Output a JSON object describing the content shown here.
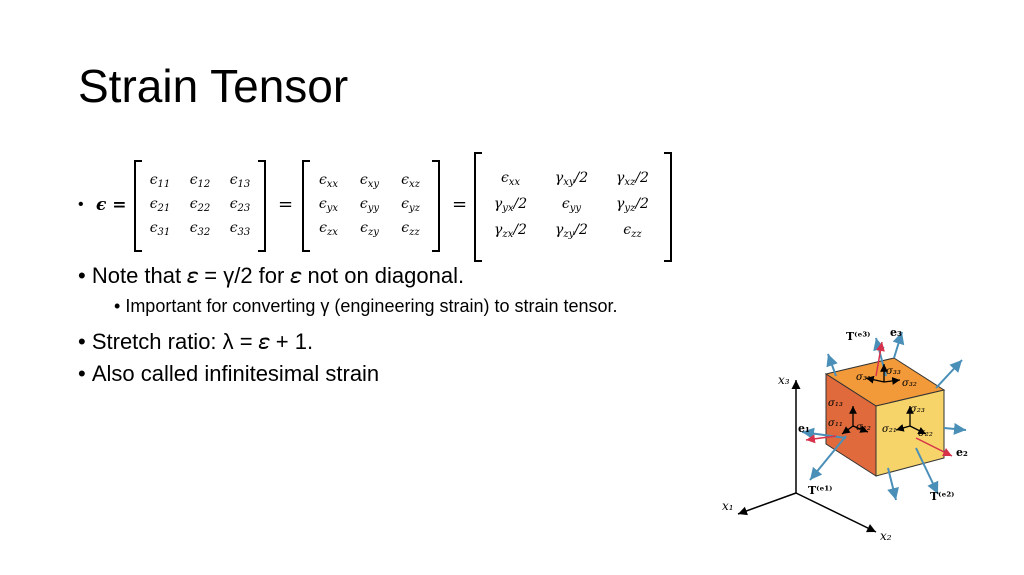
{
  "slide": {
    "title": "Strain Tensor",
    "eq": {
      "lhs": "ϵ =",
      "m1": [
        [
          "ϵ",
          "11"
        ],
        [
          "ϵ",
          "12"
        ],
        [
          "ϵ",
          "13"
        ],
        [
          "ϵ",
          "21"
        ],
        [
          "ϵ",
          "22"
        ],
        [
          "ϵ",
          "23"
        ],
        [
          "ϵ",
          "31"
        ],
        [
          "ϵ",
          "32"
        ],
        [
          "ϵ",
          "33"
        ]
      ],
      "m2": [
        [
          "ϵ",
          "xx"
        ],
        [
          "ϵ",
          "xy"
        ],
        [
          "ϵ",
          "xz"
        ],
        [
          "ϵ",
          "yx"
        ],
        [
          "ϵ",
          "yy"
        ],
        [
          "ϵ",
          "yz"
        ],
        [
          "ϵ",
          "zx"
        ],
        [
          "ϵ",
          "zy"
        ],
        [
          "ϵ",
          "zz"
        ]
      ],
      "m3": [
        [
          "ϵ",
          "xx",
          ""
        ],
        [
          "γ",
          "xy",
          "/2"
        ],
        [
          "γ",
          "xz",
          "/2"
        ],
        [
          "γ",
          "yx",
          "/2"
        ],
        [
          "ϵ",
          "yy",
          ""
        ],
        [
          "γ",
          "yz",
          "/2"
        ],
        [
          "γ",
          "zx",
          "/2"
        ],
        [
          "γ",
          "zy",
          "/2"
        ],
        [
          "ϵ",
          "zz",
          ""
        ]
      ],
      "equals": "="
    },
    "bullets": {
      "b1": "Note that 𝜀 = γ/2 for 𝜀 not on diagonal.",
      "b1_sub": "Important for converting γ (engineering strain) to strain tensor.",
      "b2": "Stretch ratio: λ  = 𝜀  + 1.",
      "b3": "Also called infinitesimal strain"
    },
    "figure": {
      "axis_x1": "x₁",
      "axis_x2": "x₂",
      "axis_x3": "x₃",
      "e1": "e₁",
      "e2": "e₂",
      "e3": "e₃",
      "T1": "T⁽ᵉ¹⁾",
      "T2": "T⁽ᵉ²⁾",
      "T3": "T⁽ᵉ³⁾",
      "s11": "σ₁₁",
      "s12": "σ₁₂",
      "s13": "σ₁₃",
      "s21": "σ₂₁",
      "s22": "σ₂₂",
      "s23": "σ₂₃",
      "s31": "σ₃₁",
      "s32": "σ₃₂",
      "s33": "σ₃₃",
      "colors": {
        "front_left": "#e06a3c",
        "front_right": "#f6d46a",
        "top": "#f29a3a",
        "arrow": "#4a8fb8",
        "e_arrow": "#d8324a"
      }
    }
  }
}
